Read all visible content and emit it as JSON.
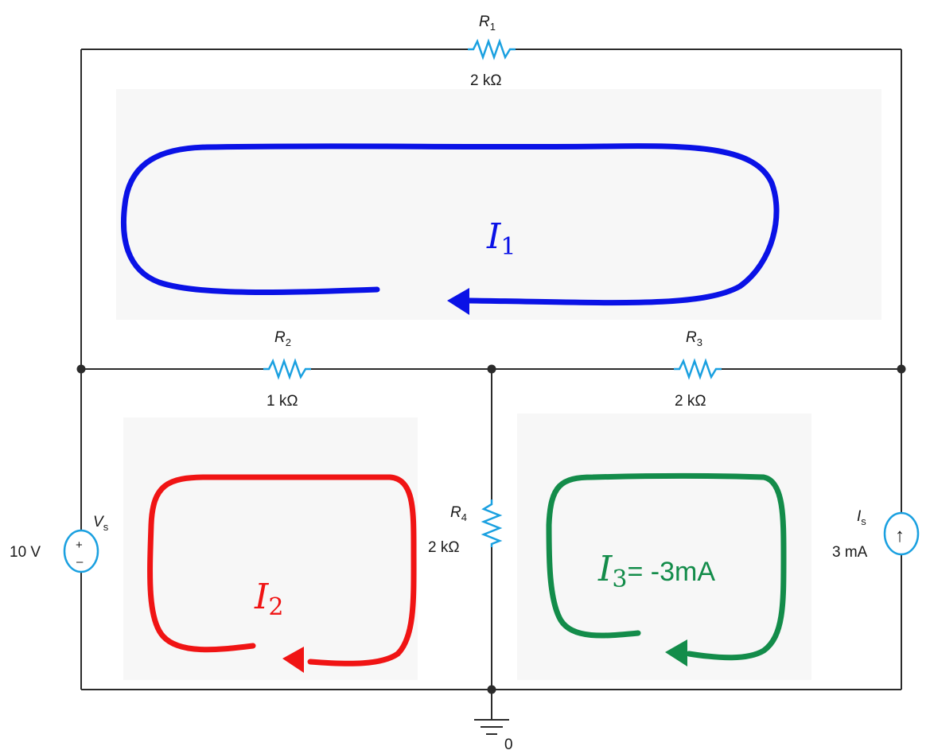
{
  "components": {
    "R1": {
      "name": "R",
      "sub": "1",
      "value": "2 kΩ"
    },
    "R2": {
      "name": "R",
      "sub": "2",
      "value": "1 kΩ"
    },
    "R3": {
      "name": "R",
      "sub": "3",
      "value": "2 kΩ"
    },
    "R4": {
      "name": "R",
      "sub": "4",
      "value": "2 kΩ"
    },
    "Vs": {
      "name": "V",
      "sub": "s",
      "value": "10 V",
      "plus": "+",
      "minus": "–"
    },
    "Is": {
      "name": "I",
      "sub": "s",
      "value": "3 mA",
      "arrow": "↑"
    }
  },
  "ground": {
    "label": "0"
  },
  "loops": {
    "I1": {
      "name": "I",
      "sub": "1",
      "value": "",
      "color": "#0a12e6"
    },
    "I2": {
      "name": "I",
      "sub": "2",
      "value": "",
      "color": "#f01414"
    },
    "I3": {
      "name": "I",
      "sub": "3",
      "value": "= -3mA",
      "color": "#138c4a"
    }
  }
}
